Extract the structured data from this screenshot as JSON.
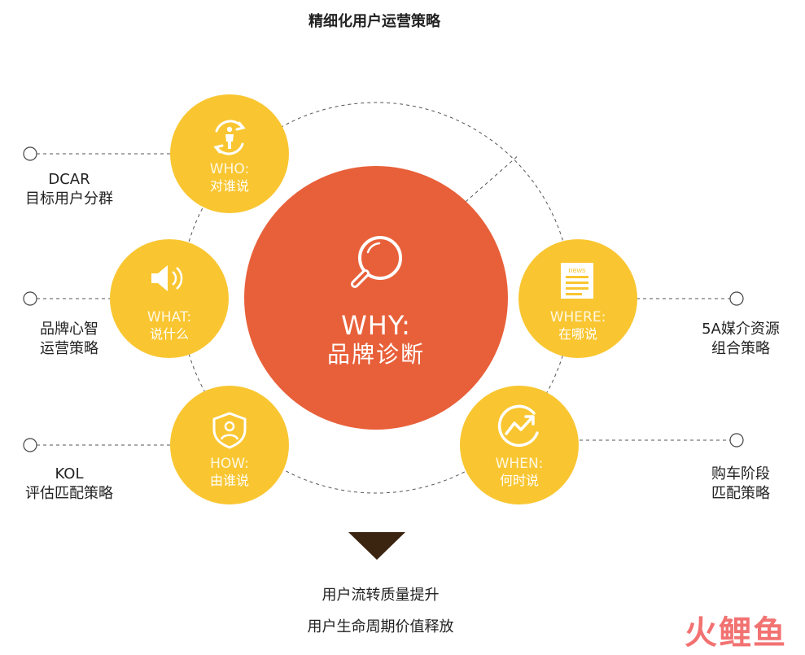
{
  "title": "精细化用户运营策略",
  "center": {
    "en": "WHY:",
    "cn": "品牌诊断",
    "icon": "magnifier-icon"
  },
  "nodes": {
    "who": {
      "en": "WHO:",
      "cn": "对谁说",
      "icon": "people-cycle-icon"
    },
    "what": {
      "en": "WHAT:",
      "cn": "说什么",
      "icon": "speaker-icon"
    },
    "how": {
      "en": "HOW:",
      "cn": "由谁说",
      "icon": "shield-person-icon"
    },
    "where": {
      "en": "WHERE:",
      "cn": "在哪说",
      "icon": "newspaper-icon",
      "icon_text": "news"
    },
    "when": {
      "en": "WHEN:",
      "cn": "何时说",
      "icon": "trend-arrow-icon"
    }
  },
  "side_labels": {
    "who": {
      "line1": "DCAR",
      "line2": "目标用户分群"
    },
    "what": {
      "line1": "品牌心智",
      "line2": "运营策略"
    },
    "how": {
      "line1": "KOL",
      "line2": "评估匹配策略"
    },
    "where": {
      "line1": "5A媒介资源",
      "line2": "组合策略"
    },
    "when": {
      "line1": "购车阶段",
      "line2": "匹配策略"
    }
  },
  "bottom": {
    "line1": "用户流转质量提升",
    "line2": "用户生命周期价值释放"
  },
  "watermark": "火鲤鱼",
  "colors": {
    "center": "#e8603a",
    "node": "#f9c631",
    "arrow": "#3b2410",
    "dash": "#555555"
  }
}
